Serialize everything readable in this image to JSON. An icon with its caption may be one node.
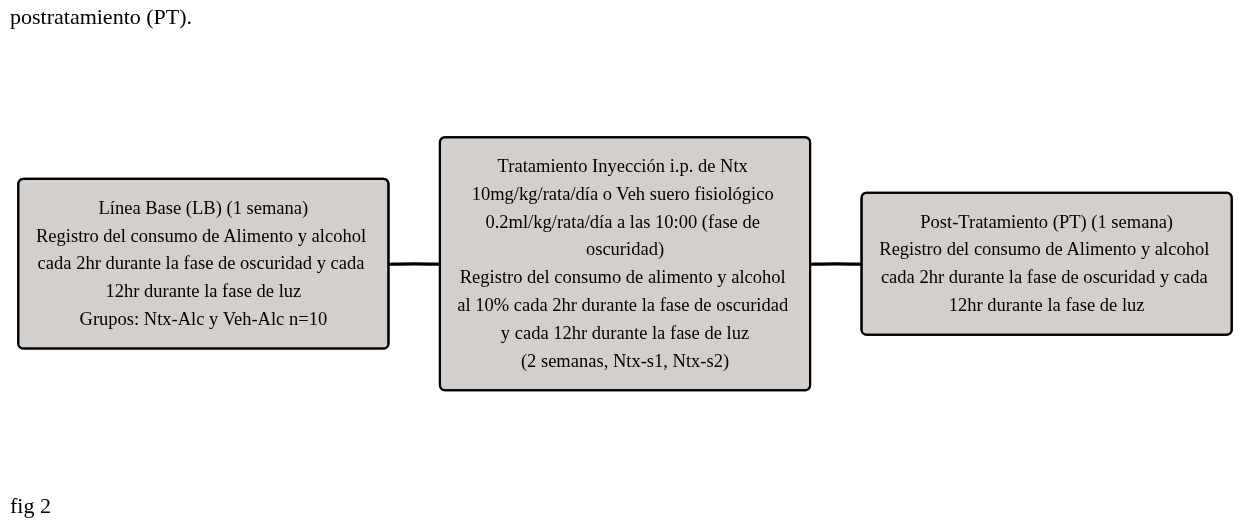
{
  "diagram": {
    "nodes": [
      {
        "text": [
          "Línea Base (LB) (1 semana)",
          "Registro del consumo de Alimento y alcohol cada 2hr durante la fase de oscuridad y cada 12hr durante la fase de luz",
          "Grupos: Ntx-Alc y Veh-Alc n=10"
        ]
      },
      {
        "text": [
          "Tratamiento Inyección i.p. de Ntx 10mg/kg/rata/día o Veh suero fisiológico 0.2ml/kg/rata/día a las 10:00 (fase de oscuridad)",
          "Registro del consumo de alimento y alcohol al 10% cada 2hr durante la fase de oscuridad y cada 12hr durante la fase de luz",
          "(2 semanas, Ntx-s1, Ntx-s2)"
        ]
      },
      {
        "text": [
          "Post-Tratamiento (PT) (1 semana)",
          "Registro del consumo de Alimento y alcohol cada 2hr durante la fase de oscuridad y cada 12hr durante la fase de luz"
        ]
      }
    ],
    "edges": [
      {
        "from": 0,
        "to": 1,
        "arrow": "none"
      },
      {
        "from": 1,
        "to": 2,
        "arrow": "none"
      }
    ],
    "labels": [
      "postratamiento (PT).",
      "fig 2"
    ]
  }
}
